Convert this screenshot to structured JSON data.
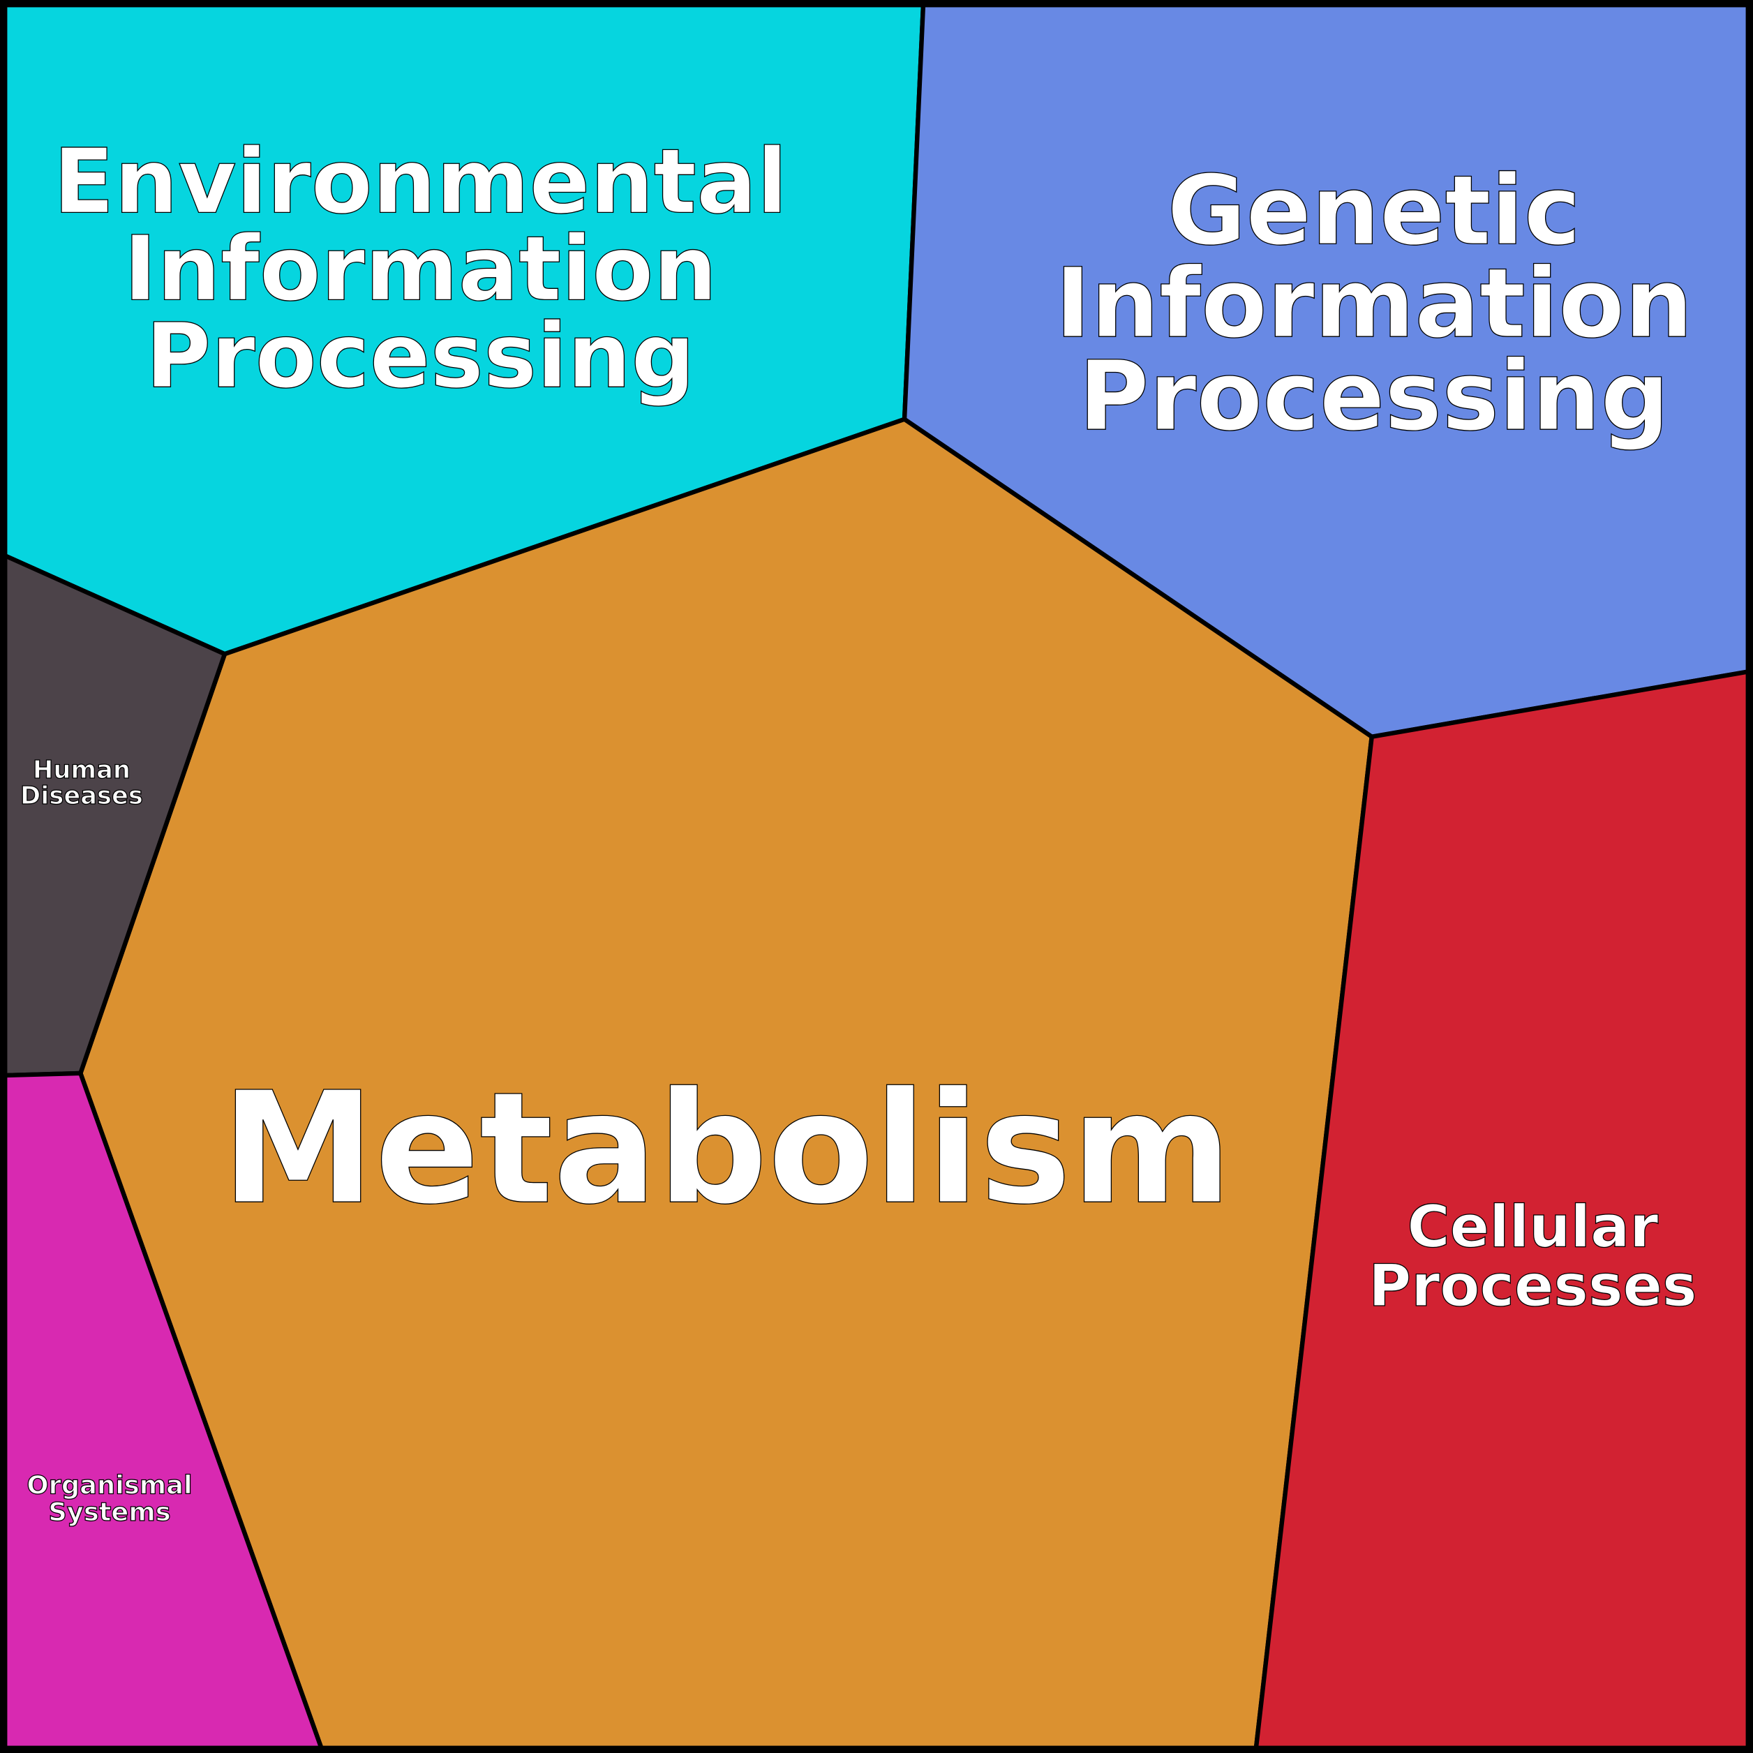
{
  "chart_data": {
    "type": "voronoi-treemap",
    "title": "",
    "cells": [
      {
        "name": "Environmental Information Processing",
        "lines": [
          "Environmental",
          "Information",
          "Processing"
        ],
        "color": "#06d5df"
      },
      {
        "name": "Genetic Information Processing",
        "lines": [
          "Genetic",
          "Information",
          "Processing"
        ],
        "color": "#6889e4"
      },
      {
        "name": "Metabolism",
        "lines": [
          "Metabolism"
        ],
        "color": "#db9130"
      },
      {
        "name": "Human Diseases",
        "lines": [
          "Human",
          "Diseases"
        ],
        "color": "#4c4349"
      },
      {
        "name": "Organismal Systems",
        "lines": [
          "Organismal",
          "Systems"
        ],
        "color": "#d829b1"
      },
      {
        "name": "Cellular Processes",
        "lines": [
          "Cellular",
          "Processes"
        ],
        "color": "#d22232"
      }
    ]
  }
}
